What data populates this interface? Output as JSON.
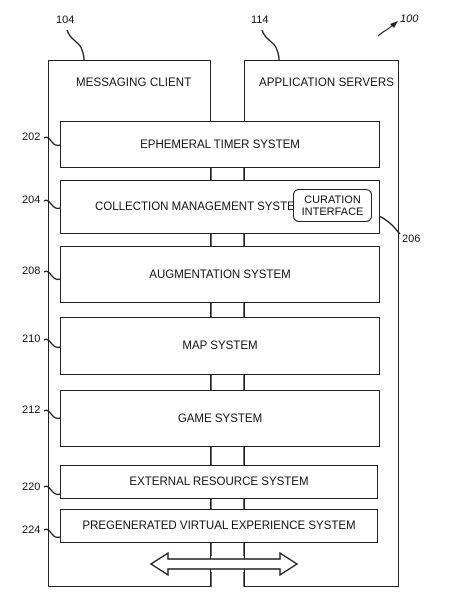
{
  "figure_ref": "100",
  "columns": [
    {
      "ref": "104",
      "title": "MESSAGING CLIENT"
    },
    {
      "ref": "114",
      "title": "APPLICATION SERVERS"
    }
  ],
  "systems": [
    {
      "ref": "202",
      "label": "EPHEMERAL TIMER SYSTEM"
    },
    {
      "ref": "204",
      "label": "COLLECTION MANAGEMENT SYSTEM",
      "inner_label_1": "CURATION",
      "inner_label_2": "INTERFACE",
      "inner_ref": "206"
    },
    {
      "ref": "208",
      "label": "AUGMENTATION SYSTEM"
    },
    {
      "ref": "210",
      "label": "MAP SYSTEM"
    },
    {
      "ref": "212",
      "label": "GAME SYSTEM"
    },
    {
      "ref": "220",
      "label": "EXTERNAL RESOURCE SYSTEM"
    },
    {
      "ref": "224",
      "label": "PREGENERATED VIRTUAL EXPERIENCE SYSTEM"
    }
  ]
}
